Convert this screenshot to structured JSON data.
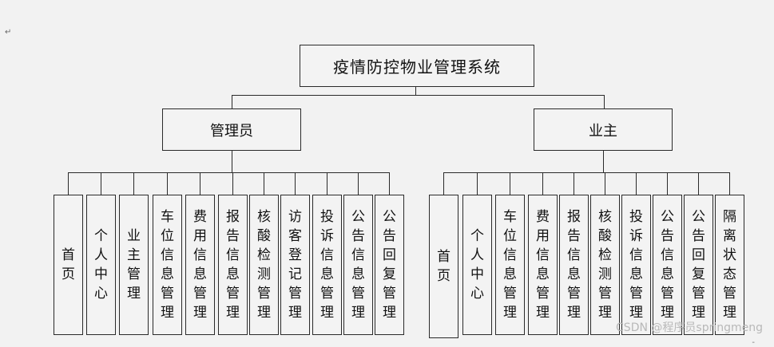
{
  "diagram": {
    "root": "疫情防控物业管理系统",
    "groups": [
      {
        "label": "管理员",
        "items": [
          "首页",
          "个人中心",
          "业主管理",
          "车位信息管理",
          "费用信息管理",
          "报告信息管理",
          "核酸检测管理",
          "访客登记管理",
          "投诉信息管理",
          "公告信息管理",
          "公告回复管理"
        ]
      },
      {
        "label": "业主",
        "items": [
          "首页",
          "个人中心",
          "车位信息管理",
          "费用信息管理",
          "报告信息管理",
          "核酸检测管理",
          "投诉信息管理",
          "公告信息管理",
          "公告回复管理",
          "隔离状态管理"
        ]
      }
    ]
  },
  "watermark": "CSDN @程序员springmeng",
  "marks": {
    "left": "↵",
    "bottom_right": "-"
  }
}
